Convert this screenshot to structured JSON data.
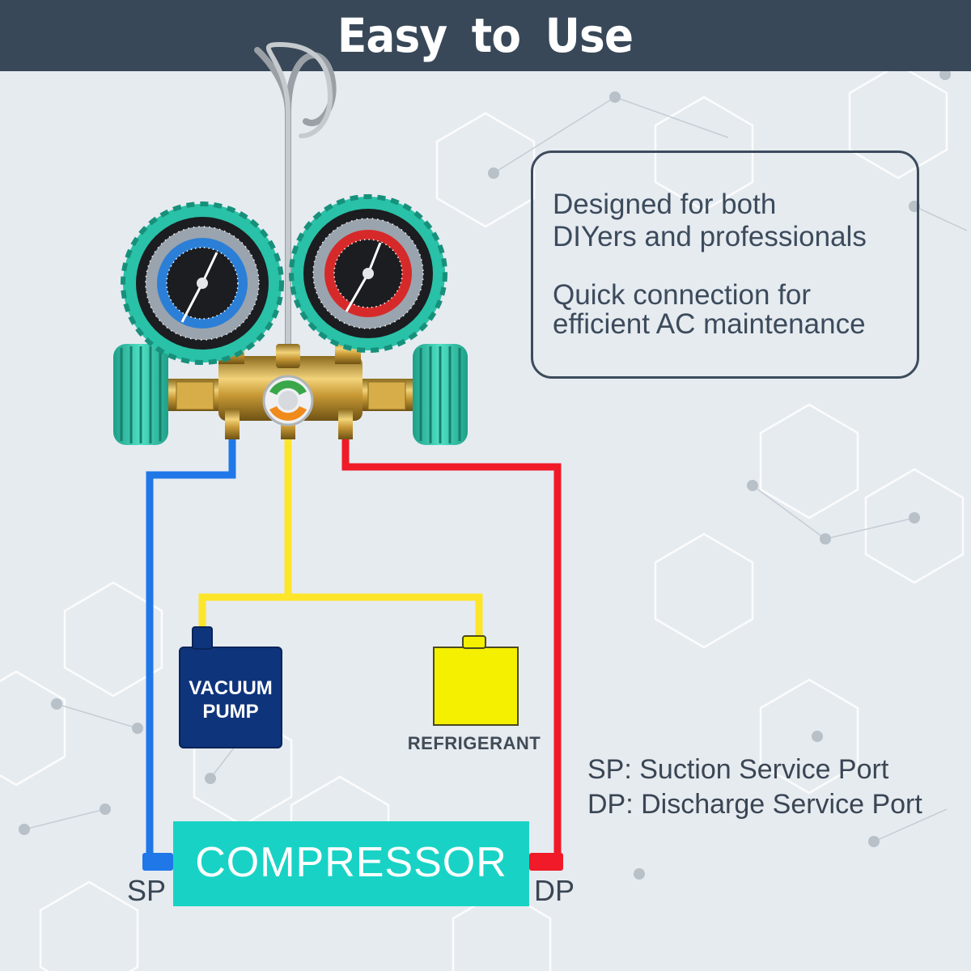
{
  "header": {
    "title": "Easy to Use"
  },
  "info": {
    "line1": "Designed for both",
    "line2": "DIYers and professionals",
    "line3": "Quick connection for",
    "line4": "efficient AC maintenance"
  },
  "legend": {
    "sp": "SP: Suction Service Port",
    "dp": "DP: Discharge Service Port"
  },
  "diagram": {
    "vacuum_pump_label": "VACUUM\nPUMP",
    "refrigerant_label": "REFRIGERANT",
    "compressor_label": "COMPRESSOR",
    "sp_label": "SP",
    "dp_label": "DP"
  },
  "colors": {
    "header_bg": "#384858",
    "low_side_hose": "#1f77e8",
    "charge_hose": "#fde52a",
    "high_side_hose": "#f01a28",
    "gauge_housing": "#29c1a7",
    "vacuum_pump": "#0e347c",
    "refrigerant_tank": "#f5f000",
    "compressor": "#18d3c5"
  }
}
